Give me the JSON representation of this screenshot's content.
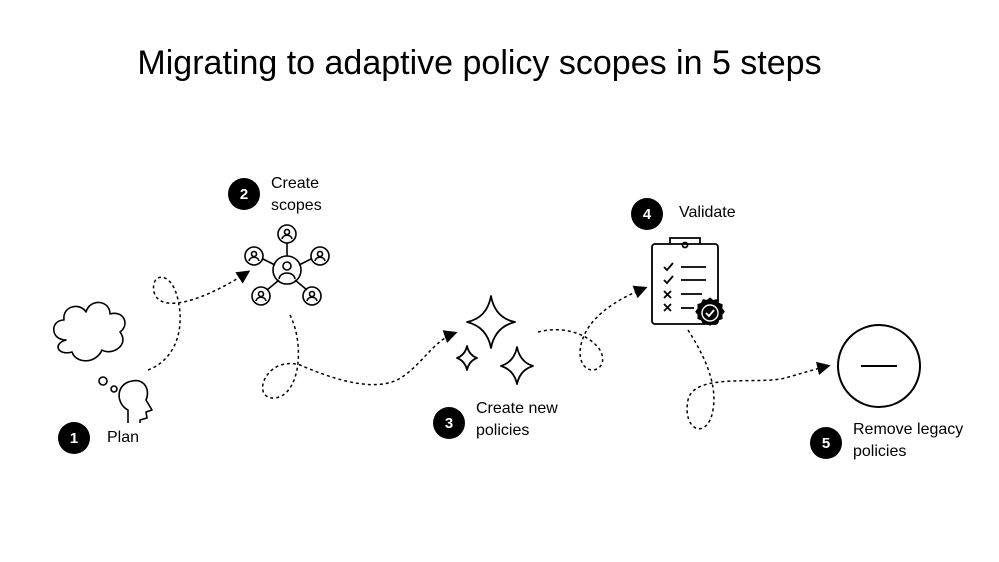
{
  "title": "Migrating to adaptive policy scopes in 5 steps",
  "steps": [
    {
      "number": "1",
      "label_lines": [
        "Plan"
      ],
      "icon": "thinking-head-icon"
    },
    {
      "number": "2",
      "label_lines": [
        "Create",
        "scopes"
      ],
      "icon": "people-network-icon"
    },
    {
      "number": "3",
      "label_lines": [
        "Create new",
        "policies"
      ],
      "icon": "sparkles-icon"
    },
    {
      "number": "4",
      "label_lines": [
        "Validate"
      ],
      "icon": "checklist-clipboard-icon"
    },
    {
      "number": "5",
      "label_lines": [
        "Remove legacy",
        "policies"
      ],
      "icon": "minus-circle-icon"
    }
  ]
}
